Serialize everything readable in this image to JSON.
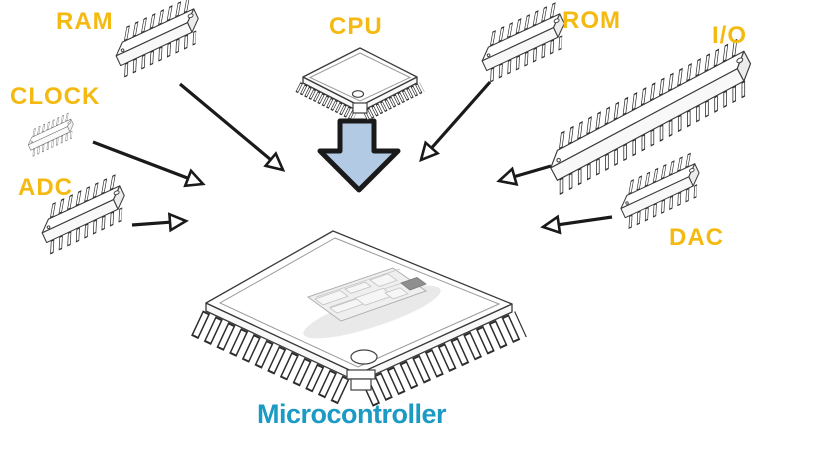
{
  "page": {
    "background": "#FFFFFF"
  },
  "labels": {
    "ram": "RAM",
    "cpu": "CPU",
    "rom": "ROM",
    "io": "I/O",
    "clock": "CLOCK",
    "adc": "ADC",
    "dac": "DAC",
    "microcontroller": "Microcontroller"
  },
  "colors": {
    "component_label": "#F5BA12",
    "microcontroller_label": "#1B9AC4",
    "arrow_outline": "#1A1A1A",
    "block_arrow_fill": "#B3CAE4",
    "chip_outline": "#3A3A3A",
    "chip_fill": "#FFFFFF"
  },
  "icons": {
    "ram": "dip16-chip-icon",
    "cpu": "qfp-chip-icon",
    "rom": "dip16-chip-icon",
    "io": "dip40-chip-icon",
    "clock": "dip8-chip-icon",
    "adc": "dip16-chip-icon",
    "dac": "dip16-chip-icon",
    "microcontroller": "qfp-chip-icon"
  },
  "connections": [
    {
      "from": "RAM",
      "to": "Microcontroller",
      "style": "thin-arrow"
    },
    {
      "from": "CLOCK",
      "to": "Microcontroller",
      "style": "thin-arrow"
    },
    {
      "from": "ADC",
      "to": "Microcontroller",
      "style": "thin-arrow"
    },
    {
      "from": "CPU",
      "to": "Microcontroller",
      "style": "block-arrow"
    },
    {
      "from": "ROM",
      "to": "Microcontroller",
      "style": "thin-arrow"
    },
    {
      "from": "I/O",
      "to": "Microcontroller",
      "style": "thin-arrow"
    },
    {
      "from": "DAC",
      "to": "Microcontroller",
      "style": "thin-arrow"
    }
  ]
}
